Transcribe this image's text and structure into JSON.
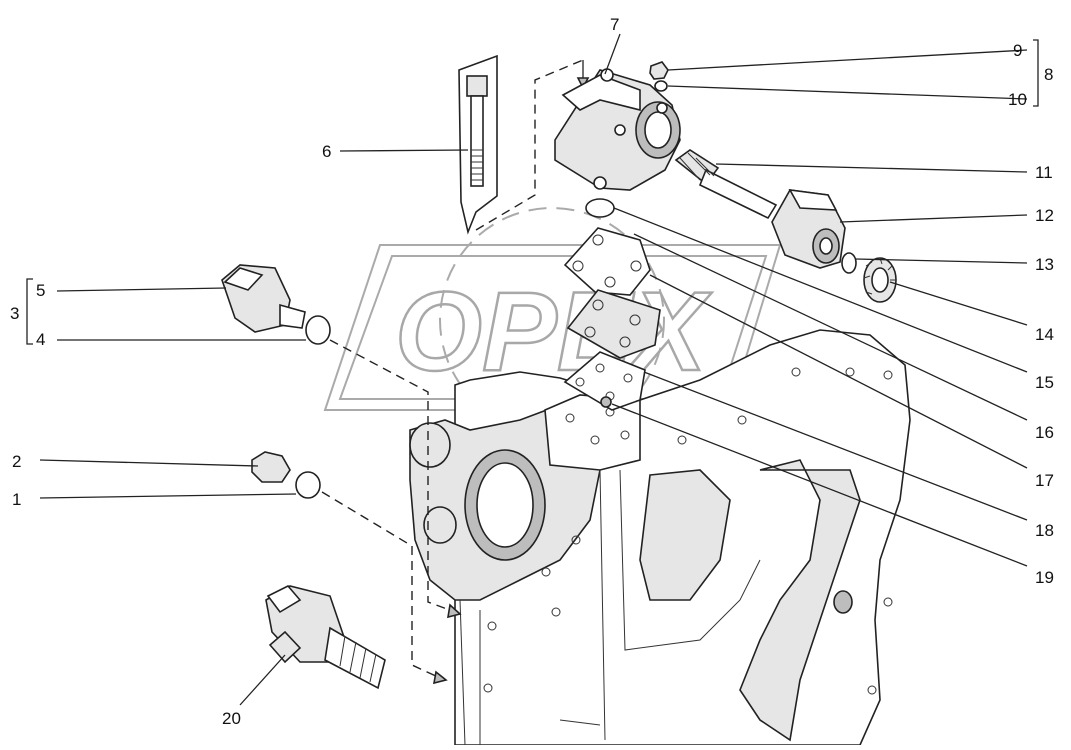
{
  "watermark": "OPEX",
  "callouts": [
    {
      "id": "1",
      "label": "1"
    },
    {
      "id": "2",
      "label": "2"
    },
    {
      "id": "3",
      "label": "3"
    },
    {
      "id": "4",
      "label": "4"
    },
    {
      "id": "5",
      "label": "5"
    },
    {
      "id": "6",
      "label": "6"
    },
    {
      "id": "7",
      "label": "7"
    },
    {
      "id": "8",
      "label": "8"
    },
    {
      "id": "9",
      "label": "9"
    },
    {
      "id": "10",
      "label": "10"
    },
    {
      "id": "11",
      "label": "11"
    },
    {
      "id": "12",
      "label": "12"
    },
    {
      "id": "13",
      "label": "13"
    },
    {
      "id": "14",
      "label": "14"
    },
    {
      "id": "15",
      "label": "15"
    },
    {
      "id": "16",
      "label": "16"
    },
    {
      "id": "17",
      "label": "17"
    },
    {
      "id": "18",
      "label": "18"
    },
    {
      "id": "19",
      "label": "19"
    },
    {
      "id": "20",
      "label": "20"
    }
  ]
}
